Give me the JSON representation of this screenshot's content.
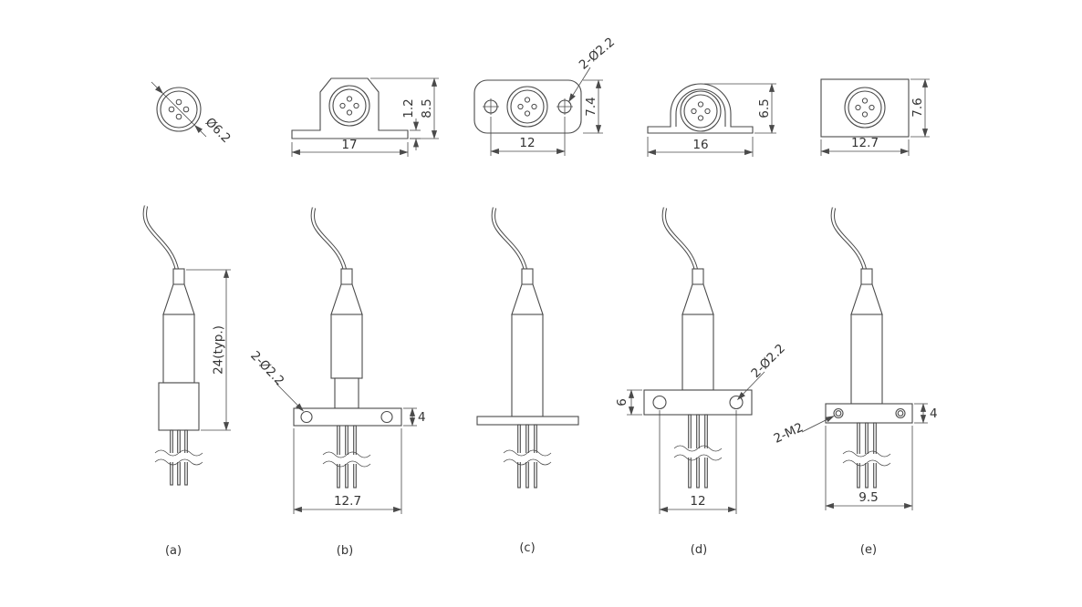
{
  "page": {
    "background": "#ffffff"
  },
  "style": {
    "line_color": "#4a4a4a",
    "text_color": "#333333"
  },
  "figures": {
    "a": {
      "caption": "(a)",
      "top": {
        "diameter": "Ø6.2"
      },
      "side": {
        "body_height": "24(typ.)"
      }
    },
    "b": {
      "caption": "(b)",
      "top": {
        "base_width": "17",
        "base_thickness": "1.2",
        "overall_height": "8.5"
      },
      "side": {
        "mount_holes": "2-Ø2.2",
        "flange_thickness": "4",
        "flange_width": "12.7"
      }
    },
    "c": {
      "caption": "(c)",
      "top": {
        "mount_holes": "2-Ø2.2",
        "hole_spacing": "12",
        "flange_height": "7.4"
      }
    },
    "d": {
      "caption": "(d)",
      "top": {
        "bracket_width": "16",
        "bracket_height": "6.5"
      },
      "side": {
        "flange_height": "6",
        "mount_holes": "2-Ø2.2",
        "hole_spacing": "12"
      }
    },
    "e": {
      "caption": "(e)",
      "top": {
        "flange_width": "12.7",
        "flange_height": "7.6"
      },
      "side": {
        "mount_holes": "2-M2",
        "flange_thickness": "4",
        "flange_width": "9.5"
      }
    }
  }
}
